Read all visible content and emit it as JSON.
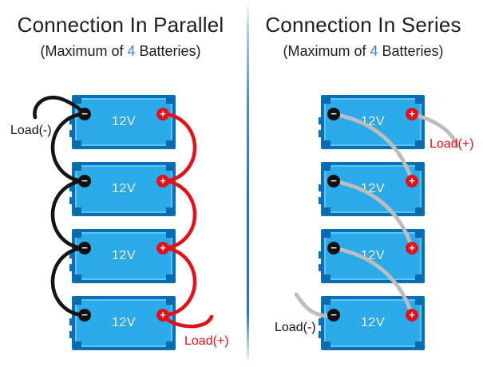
{
  "panels": {
    "parallel": {
      "title": "Connection In Parallel",
      "subtitle": {
        "prefix": "(Maximum of ",
        "highlight": "4",
        "suffix": " Batteries)"
      },
      "load_negative_label": "Load(-)",
      "load_positive_label": "Load(+)",
      "batteries": [
        {
          "label": "12V"
        },
        {
          "label": "12V"
        },
        {
          "label": "12V"
        },
        {
          "label": "12V"
        }
      ]
    },
    "series": {
      "title": "Connection In Series",
      "subtitle": {
        "prefix": "(Maximum of ",
        "highlight": "4",
        "suffix": " Batteries)"
      },
      "load_negative_label": "Load(-)",
      "load_positive_label": "Load(+)",
      "batteries": [
        {
          "label": "12V"
        },
        {
          "label": "12V"
        },
        {
          "label": "12V"
        },
        {
          "label": "12V"
        }
      ]
    }
  },
  "terminal_symbols": {
    "negative": "−",
    "positive": "+"
  },
  "colors": {
    "battery_fill": "#2babe9",
    "battery_border": "#0b6fb6",
    "battery_notch": "#0a68ad",
    "terminal_negative": "#111111",
    "terminal_positive": "#e5101a",
    "wire_negative": "#141414",
    "wire_positive": "#e31119",
    "wire_series": "#bdbdbd",
    "divider": "#2273cf",
    "highlight_number": "#3c82dd",
    "title_text": "#1d1d1d",
    "battery_label_text": "#ffffff"
  }
}
